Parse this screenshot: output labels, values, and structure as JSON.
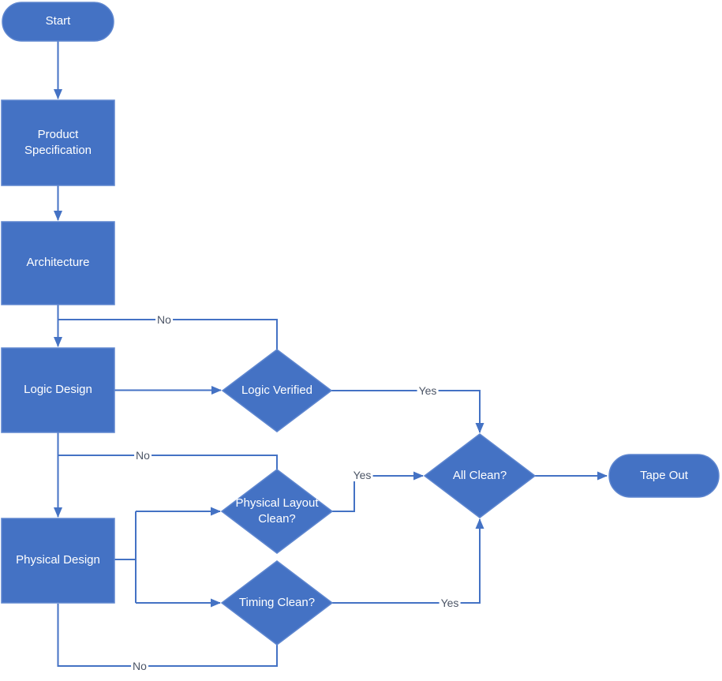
{
  "diagram": {
    "type": "flowchart",
    "colors": {
      "shape_fill": "#4472C4",
      "shape_border": "#5E86CF",
      "connector": "#4472C4",
      "shape_text": "#FFFFFF",
      "edge_label_text": "#4C5566",
      "background": "#FFFFFF"
    },
    "nodes": {
      "start": {
        "label": "Start",
        "type": "terminator"
      },
      "product_specification": {
        "label": "Product Specification",
        "type": "process"
      },
      "architecture": {
        "label": "Architecture",
        "type": "process"
      },
      "logic_design": {
        "label": "Logic Design",
        "type": "process"
      },
      "logic_verified": {
        "label": "Logic Verified",
        "type": "decision"
      },
      "physical_design": {
        "label": "Physical Design",
        "type": "process"
      },
      "physical_layout_clean": {
        "label": "Physical Layout Clean?",
        "type": "decision"
      },
      "timing_clean": {
        "label": "Timing Clean?",
        "type": "decision"
      },
      "all_clean": {
        "label": "All Clean?",
        "type": "decision"
      },
      "tape_out": {
        "label": "Tape Out",
        "type": "terminator"
      }
    },
    "edges": [
      {
        "from": "Start",
        "to": "Product Specification",
        "label": ""
      },
      {
        "from": "Product Specification",
        "to": "Architecture",
        "label": ""
      },
      {
        "from": "Architecture",
        "to": "Logic Design",
        "label": ""
      },
      {
        "from": "Logic Design",
        "to": "Logic Verified",
        "label": ""
      },
      {
        "from": "Logic Verified",
        "to": "Logic Design",
        "label": "No"
      },
      {
        "from": "Logic Verified",
        "to": "All Clean?",
        "label": "Yes"
      },
      {
        "from": "Logic Design",
        "to": "Physical Design",
        "label": ""
      },
      {
        "from": "Physical Design",
        "to": "Physical Layout Clean?",
        "label": ""
      },
      {
        "from": "Physical Design",
        "to": "Timing Clean?",
        "label": ""
      },
      {
        "from": "Physical Layout Clean?",
        "to": "Physical Design",
        "label": "No"
      },
      {
        "from": "Physical Layout Clean?",
        "to": "All Clean?",
        "label": "Yes"
      },
      {
        "from": "Timing Clean?",
        "to": "All Clean?",
        "label": "Yes"
      },
      {
        "from": "Timing Clean?",
        "to": "Physical Design",
        "label": "No"
      },
      {
        "from": "All Clean?",
        "to": "Tape Out",
        "label": ""
      }
    ]
  }
}
